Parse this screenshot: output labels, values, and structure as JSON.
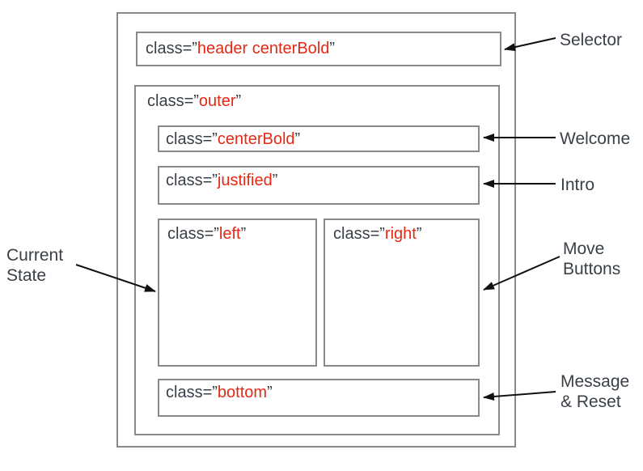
{
  "boxes": {
    "header": {
      "prefix": "class=”",
      "value": "header centerBold",
      "suffix": "”"
    },
    "outer": {
      "prefix": "class=”",
      "value": "outer",
      "suffix": "”"
    },
    "centerBold": {
      "prefix": "class=”",
      "value": "centerBold",
      "suffix": "”"
    },
    "justified": {
      "prefix": "class=”",
      "value": "justified",
      "suffix": "”"
    },
    "left": {
      "prefix": "class=”",
      "value": "left",
      "suffix": "”"
    },
    "right": {
      "prefix": "class=”",
      "value": "right",
      "suffix": "”"
    },
    "bottom": {
      "prefix": "class=”",
      "value": "bottom",
      "suffix": "”"
    }
  },
  "annotations": {
    "selector": "Selector",
    "welcome": "Welcome",
    "intro": "Intro",
    "current_state": [
      "Current",
      "State"
    ],
    "move_buttons": [
      "Move",
      "Buttons"
    ],
    "message_reset": [
      "Message",
      "& Reset"
    ]
  },
  "colors": {
    "box_border": "#8a8a8a",
    "class_attr_text": "#3a4047",
    "class_value_text": "#e62814",
    "annotation_text": "#3a4047",
    "arrow": "#111111",
    "background": "#ffffff"
  }
}
